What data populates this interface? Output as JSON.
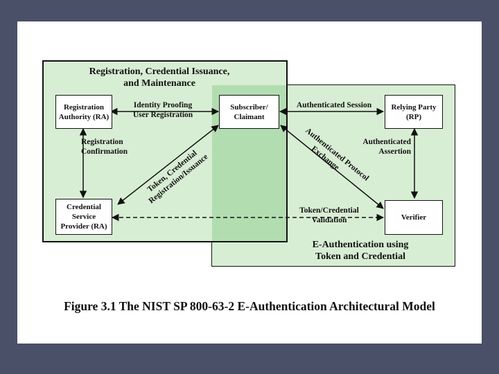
{
  "regions": {
    "registration_title": "Registration, Credential Issuance,\nand Maintenance",
    "authentication_title": "E-Authentication using\nToken and Credential"
  },
  "boxes": {
    "ra": "Registration\nAuthority (RA)",
    "subscriber": "Subscriber/\nClaimant",
    "rp": "Relying\nParty (RP)",
    "csp": "Credential\nService\nProvider (RA)",
    "verifier": "Verifier"
  },
  "edges": {
    "identity_proofing": "Identity Proofing\nUser Registration",
    "authenticated_session": "Authenticated Session",
    "registration_confirmation": "Registration\nConfirmation",
    "token_issuance_1": "Token, Credential",
    "token_issuance_2": "Registration/Issuance",
    "auth_protocol_1": "Authenticated Protocol",
    "auth_protocol_2": "Exchange",
    "authenticated_assertion": "Authenticated\nAssertion",
    "token_validation": "Token/Credential\nValidation"
  },
  "caption": "Figure 3.1  The NIST SP 800-63-2 E-Authentication Architectural Model",
  "colors": {
    "background": "#4a5068",
    "region_fill": "#d8eed4",
    "overlap_fill": "#b2ddb0"
  }
}
